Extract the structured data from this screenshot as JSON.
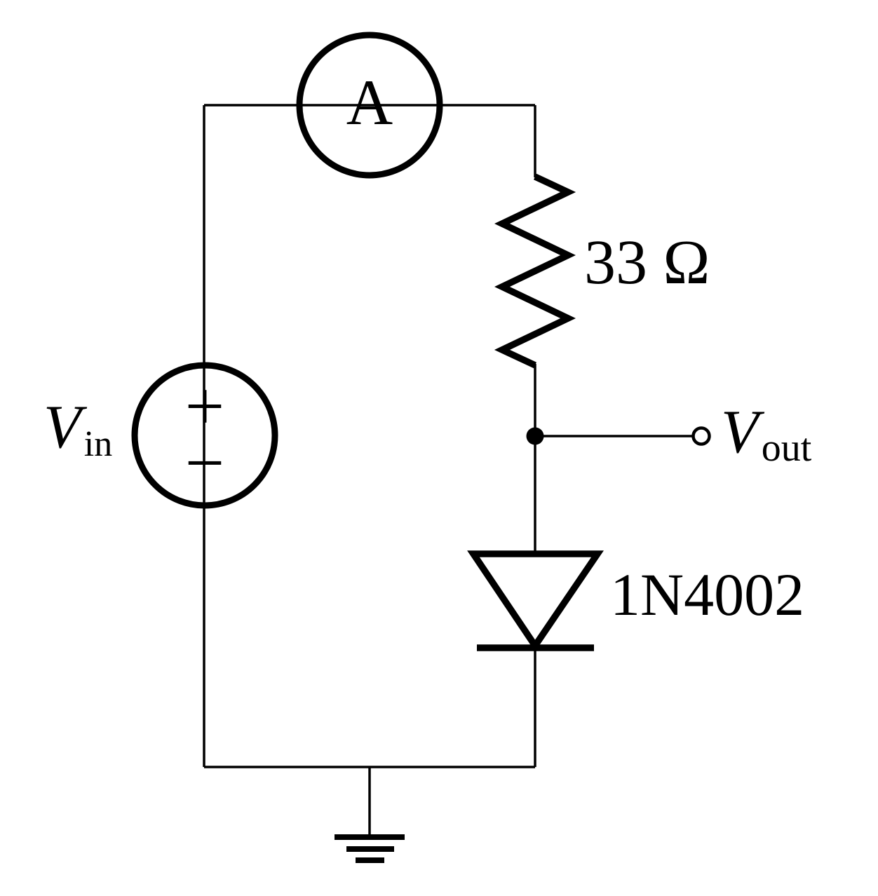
{
  "page": {
    "background_color": "#ffffff",
    "ink_color": "#000000",
    "description": "Circuit schematic: voltage source with ammeter, series resistor and diode, output tap between them, grounded bottom rail"
  },
  "circuit": {
    "ammeter": {
      "label": "A"
    },
    "voltage_source": {
      "name": "V",
      "name_subscript": "in",
      "plus_sign": "+",
      "minus_sign": "−"
    },
    "resistor": {
      "value": "33 Ω"
    },
    "output_terminal": {
      "name": "V",
      "name_subscript": "out"
    },
    "diode": {
      "part_number": "1N4002"
    }
  }
}
